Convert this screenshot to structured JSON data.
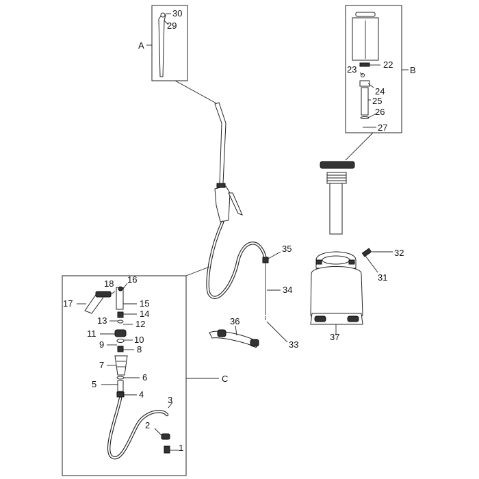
{
  "group_labels": {
    "A": "A",
    "B": "B",
    "C": "C"
  },
  "part_numbers": [
    "1",
    "2",
    "3",
    "4",
    "5",
    "6",
    "7",
    "8",
    "9",
    "10",
    "11",
    "12",
    "13",
    "14",
    "15",
    "16",
    "17",
    "18",
    "22",
    "23",
    "24",
    "25",
    "26",
    "27",
    "29",
    "30",
    "31",
    "32",
    "33",
    "34",
    "35",
    "36",
    "37"
  ]
}
